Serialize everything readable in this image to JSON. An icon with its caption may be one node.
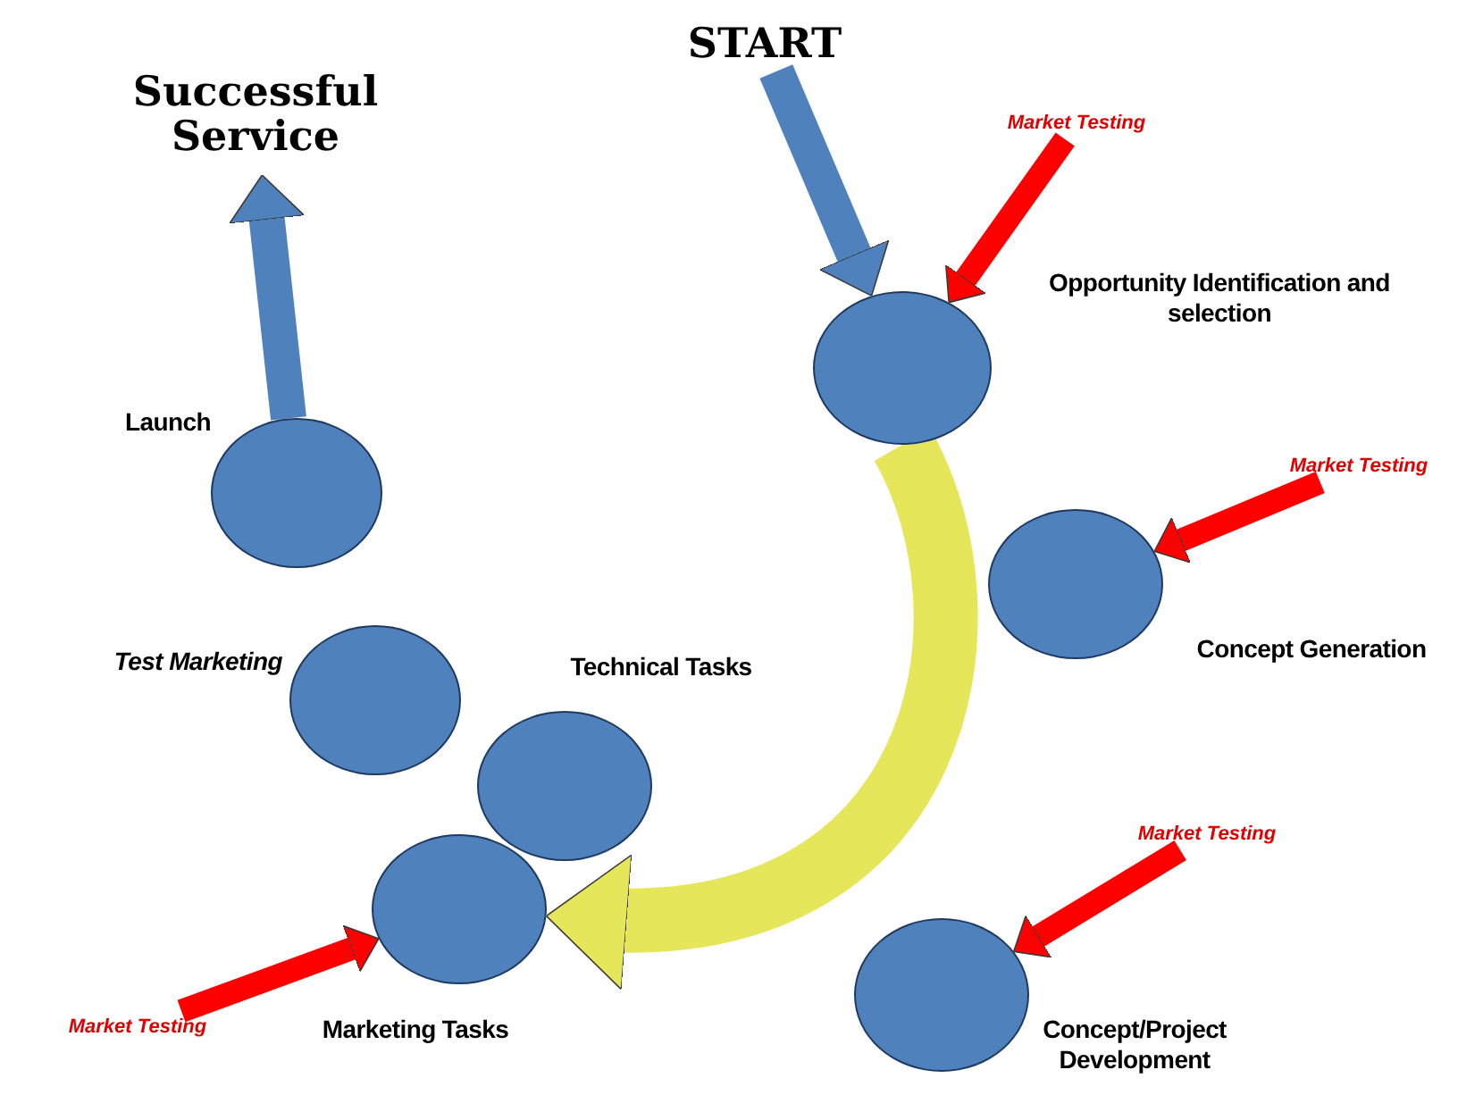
{
  "diagram": {
    "nodes": [
      {
        "text": [
          "Successful Service"
        ]
      },
      {
        "text": [
          "START"
        ]
      },
      {
        "text": [
          "Market Testing"
        ]
      },
      {
        "text": [],
        "shape": "circle",
        "beside": [
          "Opportunity Identification and selection"
        ]
      },
      {
        "text": [
          "Market Testing"
        ]
      },
      {
        "text": [],
        "shape": "circle",
        "beside": [
          "Concept Generation"
        ]
      },
      {
        "text": [],
        "shape": "circle",
        "beside": [
          "Launch"
        ]
      },
      {
        "text": [],
        "shape": "circle",
        "beside": [
          "Test Marketing"
        ]
      },
      {
        "text": [],
        "shape": "circle",
        "beside": [
          "Technical Tasks"
        ]
      },
      {
        "text": [
          "Market Testing"
        ]
      },
      {
        "text": [],
        "shape": "circle",
        "beside": [
          "Concept/Project Development"
        ]
      },
      {
        "text": [
          "Market Testing"
        ]
      },
      {
        "text": [],
        "shape": "circle",
        "beside": [
          "Marketing Tasks"
        ]
      }
    ],
    "edges": [
      {
        "from": 1,
        "to": 3,
        "arrow": "to",
        "color": "#4f81bd"
      },
      {
        "from": 2,
        "to": 3,
        "arrow": "to"
      },
      {
        "from": 4,
        "to": 5,
        "arrow": "to"
      },
      {
        "from": 9,
        "to": 10,
        "arrow": "to"
      },
      {
        "from": 11,
        "to": 12,
        "arrow": "to"
      },
      {
        "from": 3,
        "to": 12,
        "arrow": "to",
        "style": "thick",
        "color": "#e6e65a"
      },
      {
        "from": 6,
        "to": 0,
        "arrow": "to",
        "color": "#4f81bd"
      }
    ]
  }
}
